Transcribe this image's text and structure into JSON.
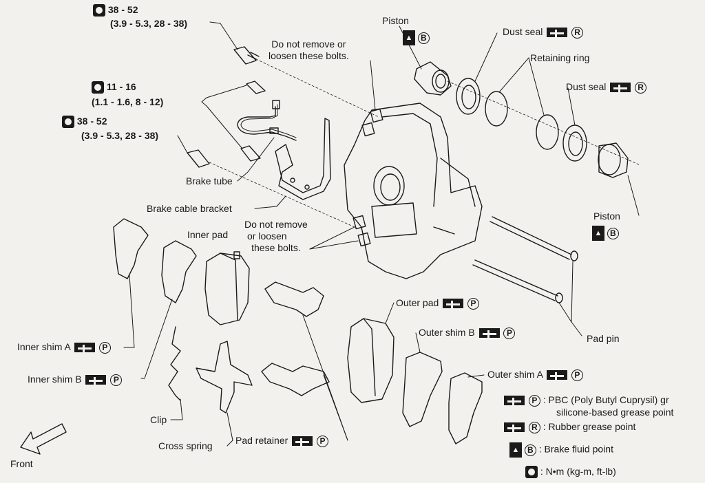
{
  "labels": {
    "torque_top": "38 - 52",
    "torque_top_sub": "(3.9 - 5.3, 28 - 38)",
    "torque_mid": "11 - 16",
    "torque_mid_sub": "(1.1 - 1.6, 8 - 12)",
    "torque_low": "38 - 52",
    "torque_low_sub": "(3.9 - 5.3, 28 - 38)",
    "do_not_remove_1_a": "Do not remove or",
    "do_not_remove_1_b": "loosen these bolts.",
    "do_not_remove_2_a": "Do not remove",
    "do_not_remove_2_b": "or loosen",
    "do_not_remove_2_c": "these bolts.",
    "piston_top": "Piston",
    "dust_seal_1": "Dust seal",
    "retaining_ring": "Retaining ring",
    "dust_seal_2": "Dust seal",
    "piston_right": "Piston",
    "brake_tube": "Brake tube",
    "brake_cable_bracket": "Brake cable bracket",
    "inner_pad": "Inner pad",
    "outer_pad": "Outer pad",
    "outer_shim_b": "Outer shim B",
    "pad_pin": "Pad pin",
    "inner_shim_a": "Inner shim A",
    "inner_shim_b": "Inner shim B",
    "outer_shim_a": "Outer shim A",
    "clip": "Clip",
    "cross_spring": "Cross spring",
    "pad_retainer": "Pad retainer",
    "front": "Front"
  },
  "symbols": {
    "P": "P",
    "R": "R",
    "B": "B"
  },
  "legend": {
    "pbc_line1": ": PBC (Poly Butyl Cuprysil) gr",
    "pbc_line2": "silicone-based grease point",
    "rubber": ": Rubber grease point",
    "brake_fluid": ": Brake fluid point",
    "torque_unit": ": N•m (kg-m, ft-lb)"
  }
}
